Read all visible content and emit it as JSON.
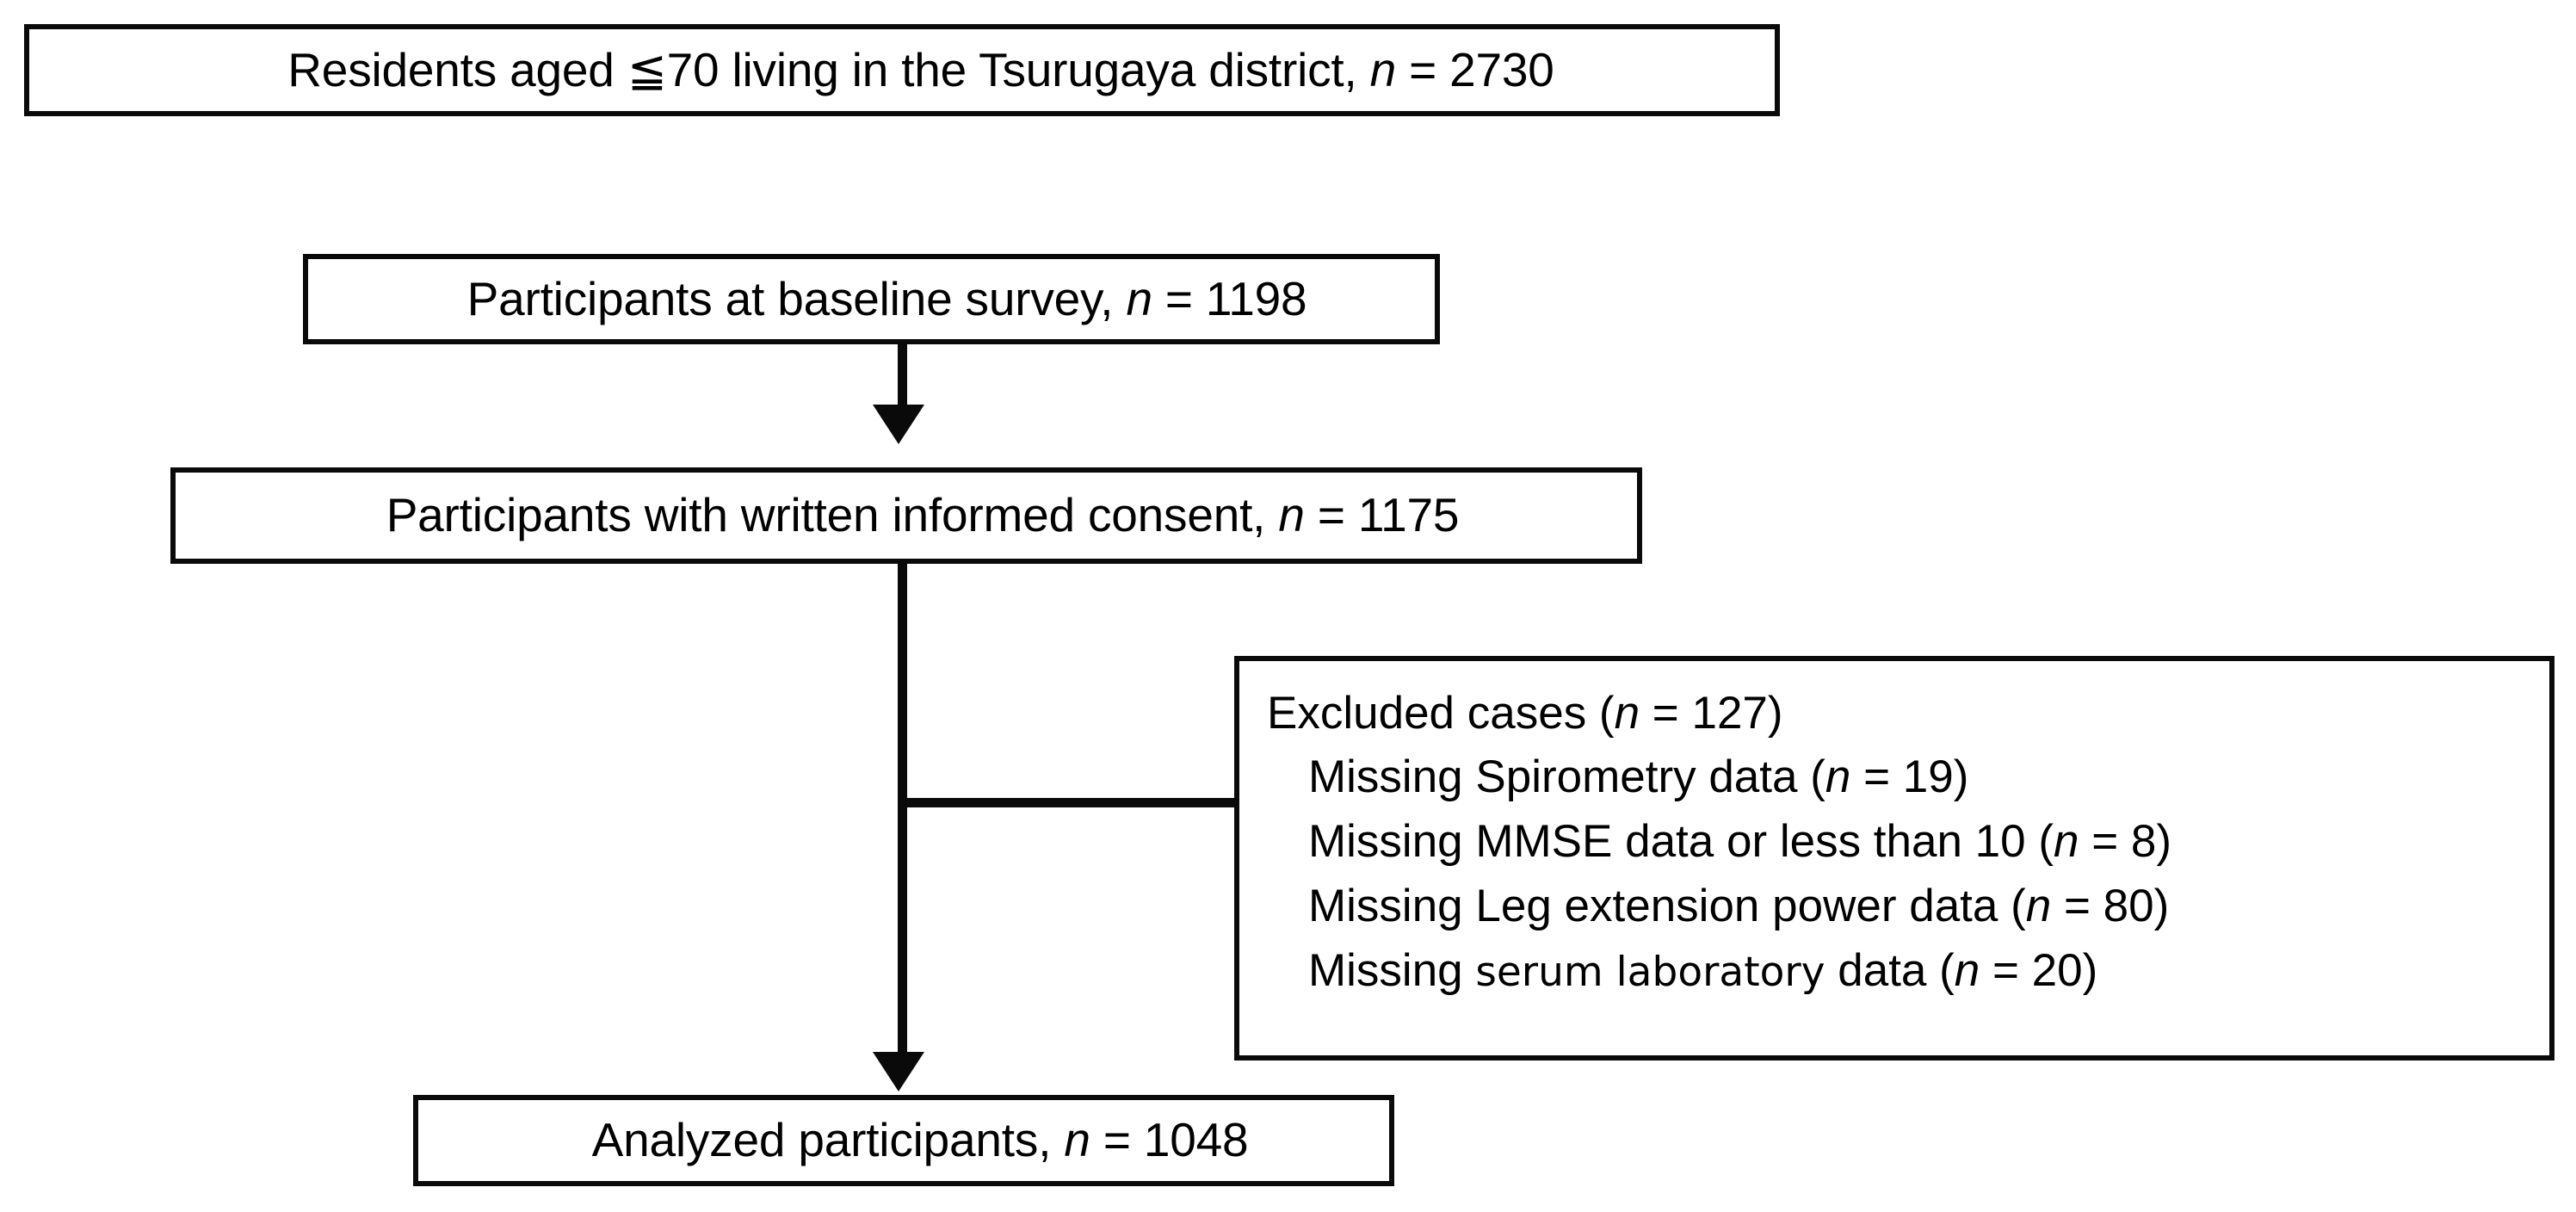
{
  "diagram": {
    "type": "participant-flow-chart",
    "title": "Study participant selection flow",
    "colors": {
      "line": "#0a0a0a",
      "background": "#ffffff",
      "text": "#000000"
    },
    "nodes": {
      "residents": {
        "text": "Residents aged ≦70 living in the Tsurugaya district, n = 2730",
        "prefix": "Residents aged ≦70 living in the Tsurugaya district, ",
        "n_symbol": "n",
        "n_value": " = 2730"
      },
      "baseline": {
        "text": "Participants at baseline survey, n = 1198",
        "prefix": "Participants at baseline survey, ",
        "n_symbol": "n",
        "n_value": " = 1198"
      },
      "consent": {
        "text": "Participants with written informed consent, n = 1175",
        "prefix": "Participants with written informed consent, ",
        "n_symbol": "n",
        "n_value": " = 1175"
      },
      "analyzed": {
        "text": "Analyzed participants, n = 1048",
        "prefix": "Analyzed participants, ",
        "n_symbol": "n",
        "n_value": " = 1048"
      }
    },
    "excluded": {
      "title_prefix": "Excluded cases (",
      "title_n_symbol": "n",
      "title_n_value": " = 127)",
      "title_full": "Excluded cases (n = 127)",
      "reasons": [
        {
          "label": "Missing Spirometry data (",
          "n_symbol": "n",
          "n_value": " = 19)",
          "full": "Missing Spirometry data (n = 19)"
        },
        {
          "label": "Missing MMSE data or less than 10 (",
          "n_symbol": "n",
          "n_value": " = 8)",
          "full": "Missing MMSE data or less than 10 (n = 8)"
        },
        {
          "label": "Missing Leg extension power data (",
          "n_symbol": "n",
          "n_value": " = 80)",
          "full": "Missing Leg extension power data (n = 80)"
        },
        {
          "label_lead": "Missing ",
          "label_light": "serum laboratory",
          "label_tail": " data (",
          "n_symbol": "n",
          "n_value": " = 20)",
          "full": "Missing serum laboratory data (n = 20)"
        }
      ]
    }
  }
}
